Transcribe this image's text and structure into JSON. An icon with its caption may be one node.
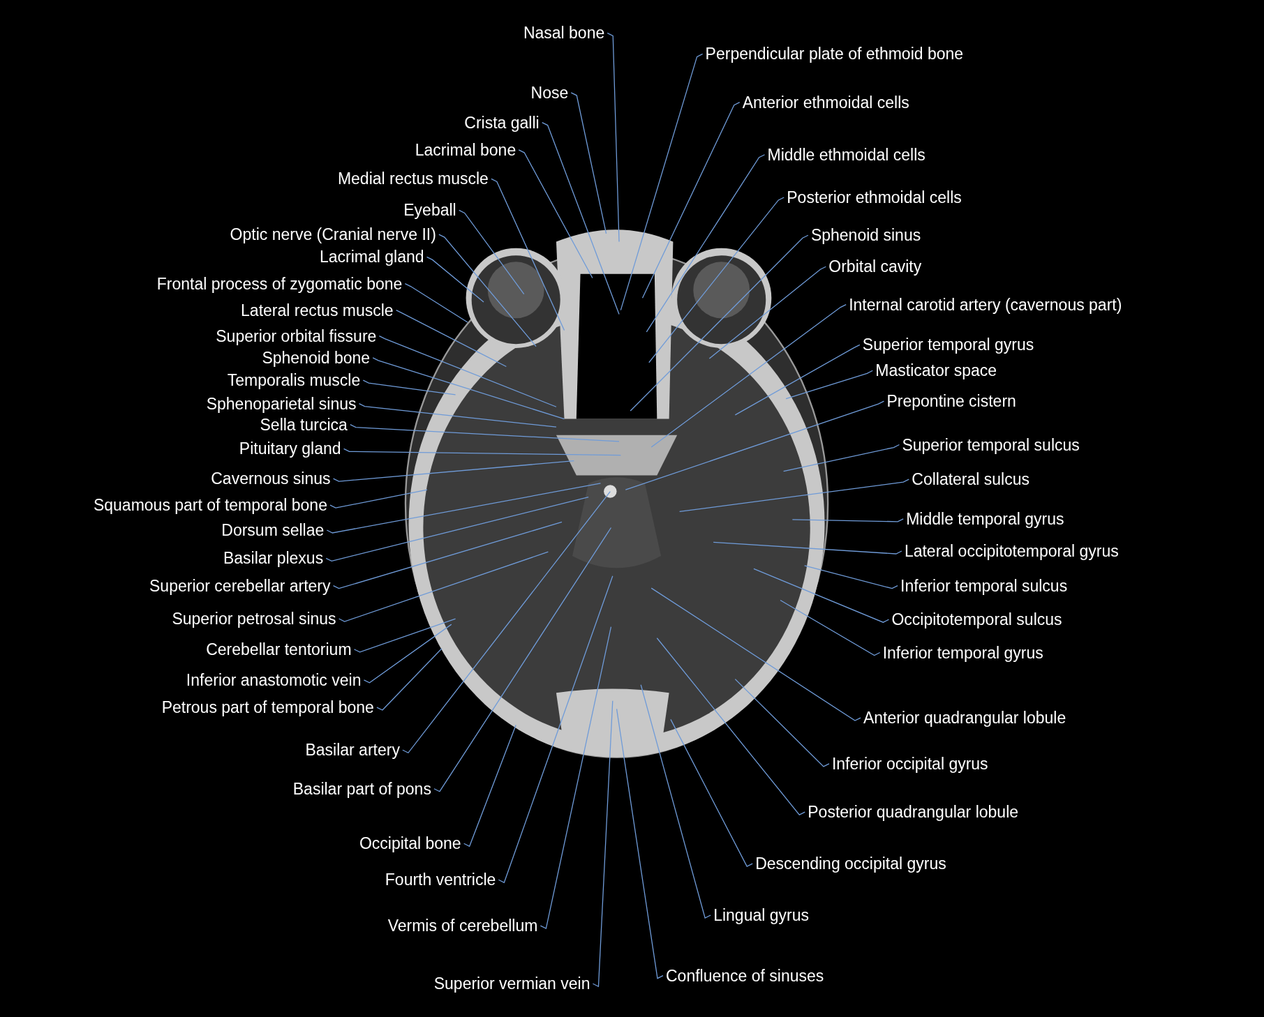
{
  "diagram": {
    "nodes": [
      {
        "text": [
          "Nasal bone"
        ]
      },
      {
        "text": [
          "Nose"
        ]
      },
      {
        "text": [
          "Crista galli"
        ]
      },
      {
        "text": [
          "Lacrimal bone"
        ]
      },
      {
        "text": [
          "Medial rectus muscle"
        ]
      },
      {
        "text": [
          "Eyeball"
        ]
      },
      {
        "text": [
          "Optic nerve (Cranial nerve II)"
        ]
      },
      {
        "text": [
          "Lacrimal gland"
        ]
      },
      {
        "text": [
          "Frontal process of zygomatic bone"
        ]
      },
      {
        "text": [
          "Lateral rectus muscle"
        ]
      },
      {
        "text": [
          "Superior orbital fissure"
        ]
      },
      {
        "text": [
          "Sphenoid bone"
        ]
      },
      {
        "text": [
          "Temporalis muscle"
        ]
      },
      {
        "text": [
          "Sphenoparietal sinus"
        ]
      },
      {
        "text": [
          "Sella turcica"
        ]
      },
      {
        "text": [
          "Pituitary gland"
        ]
      },
      {
        "text": [
          "Cavernous sinus"
        ]
      },
      {
        "text": [
          "Squamous part of temporal bone"
        ]
      },
      {
        "text": [
          "Dorsum sellae"
        ]
      },
      {
        "text": [
          "Basilar plexus"
        ]
      },
      {
        "text": [
          "Superior cerebellar artery"
        ]
      },
      {
        "text": [
          "Superior petrosal sinus"
        ]
      },
      {
        "text": [
          "Cerebellar tentorium"
        ]
      },
      {
        "text": [
          "Inferior anastomotic vein"
        ]
      },
      {
        "text": [
          "Petrous part of temporal bone"
        ]
      },
      {
        "text": [
          "Basilar artery"
        ]
      },
      {
        "text": [
          "Basilar part of pons"
        ]
      },
      {
        "text": [
          "Occipital bone"
        ]
      },
      {
        "text": [
          "Fourth ventricle"
        ]
      },
      {
        "text": [
          "Vermis of cerebellum"
        ]
      },
      {
        "text": [
          "Superior vermian vein"
        ]
      },
      {
        "text": [
          "Perpendicular plate of ethmoid bone"
        ]
      },
      {
        "text": [
          "Anterior ethmoidal cells"
        ]
      },
      {
        "text": [
          "Middle ethmoidal cells"
        ]
      },
      {
        "text": [
          "Posterior ethmoidal cells"
        ]
      },
      {
        "text": [
          "Sphenoid sinus"
        ]
      },
      {
        "text": [
          "Orbital cavity"
        ]
      },
      {
        "text": [
          "Internal carotid artery (cavernous part)"
        ]
      },
      {
        "text": [
          "Superior temporal gyrus"
        ]
      },
      {
        "text": [
          "Masticator space"
        ]
      },
      {
        "text": [
          "Prepontine cistern"
        ]
      },
      {
        "text": [
          "Superior temporal sulcus"
        ]
      },
      {
        "text": [
          "Collateral sulcus"
        ]
      },
      {
        "text": [
          "Middle temporal gyrus"
        ]
      },
      {
        "text": [
          "Lateral occipitotemporal gyrus"
        ]
      },
      {
        "text": [
          "Inferior temporal sulcus"
        ]
      },
      {
        "text": [
          "Occipitotemporal sulcus"
        ]
      },
      {
        "text": [
          "Inferior temporal gyrus"
        ]
      },
      {
        "text": [
          "Anterior quadrangular lobule"
        ]
      },
      {
        "text": [
          "Inferior occipital gyrus"
        ]
      },
      {
        "text": [
          "Posterior quadrangular lobule"
        ]
      },
      {
        "text": [
          "Descending occipital gyrus"
        ]
      },
      {
        "text": [
          "Lingual gyrus"
        ]
      },
      {
        "text": [
          "Confluence of sinuses"
        ]
      }
    ],
    "edges": [
      {
        "from": 0,
        "to": null,
        "arrow": "none"
      },
      {
        "from": 1,
        "to": null,
        "arrow": "none"
      },
      {
        "from": 2,
        "to": null,
        "arrow": "none"
      },
      {
        "from": 3,
        "to": null,
        "arrow": "none"
      },
      {
        "from": 4,
        "to": null,
        "arrow": "none"
      },
      {
        "from": 5,
        "to": null,
        "arrow": "none"
      },
      {
        "from": 6,
        "to": null,
        "arrow": "none"
      },
      {
        "from": 7,
        "to": null,
        "arrow": "none"
      },
      {
        "from": 8,
        "to": null,
        "arrow": "none"
      },
      {
        "from": 9,
        "to": null,
        "arrow": "none"
      },
      {
        "from": 10,
        "to": null,
        "arrow": "none"
      },
      {
        "from": 11,
        "to": null,
        "arrow": "none"
      },
      {
        "from": 12,
        "to": null,
        "arrow": "none"
      },
      {
        "from": 13,
        "to": null,
        "arrow": "none"
      },
      {
        "from": 14,
        "to": null,
        "arrow": "none"
      },
      {
        "from": 15,
        "to": null,
        "arrow": "none"
      },
      {
        "from": 16,
        "to": null,
        "arrow": "none"
      },
      {
        "from": 17,
        "to": null,
        "arrow": "none"
      },
      {
        "from": 18,
        "to": null,
        "arrow": "none"
      },
      {
        "from": 19,
        "to": null,
        "arrow": "none"
      },
      {
        "from": 20,
        "to": null,
        "arrow": "none"
      },
      {
        "from": 21,
        "to": null,
        "arrow": "none"
      },
      {
        "from": 22,
        "to": null,
        "arrow": "none"
      },
      {
        "from": 23,
        "to": null,
        "arrow": "none"
      },
      {
        "from": 24,
        "to": null,
        "arrow": "none"
      },
      {
        "from": 25,
        "to": null,
        "arrow": "none"
      },
      {
        "from": 26,
        "to": null,
        "arrow": "none"
      },
      {
        "from": 27,
        "to": null,
        "arrow": "none"
      },
      {
        "from": 28,
        "to": null,
        "arrow": "none"
      },
      {
        "from": 29,
        "to": null,
        "arrow": "none"
      },
      {
        "from": 30,
        "to": null,
        "arrow": "none"
      },
      {
        "from": 31,
        "to": null,
        "arrow": "none"
      },
      {
        "from": 32,
        "to": null,
        "arrow": "none"
      },
      {
        "from": 33,
        "to": null,
        "arrow": "none"
      },
      {
        "from": 34,
        "to": null,
        "arrow": "none"
      },
      {
        "from": 35,
        "to": null,
        "arrow": "none"
      },
      {
        "from": 36,
        "to": null,
        "arrow": "none"
      },
      {
        "from": 37,
        "to": null,
        "arrow": "none"
      },
      {
        "from": 38,
        "to": null,
        "arrow": "none"
      },
      {
        "from": 39,
        "to": null,
        "arrow": "none"
      },
      {
        "from": 40,
        "to": null,
        "arrow": "none"
      },
      {
        "from": 41,
        "to": null,
        "arrow": "none"
      },
      {
        "from": 42,
        "to": null,
        "arrow": "none"
      },
      {
        "from": 43,
        "to": null,
        "arrow": "none"
      },
      {
        "from": 44,
        "to": null,
        "arrow": "none"
      },
      {
        "from": 45,
        "to": null,
        "arrow": "none"
      },
      {
        "from": 46,
        "to": null,
        "arrow": "none"
      },
      {
        "from": 47,
        "to": null,
        "arrow": "none"
      },
      {
        "from": 48,
        "to": null,
        "arrow": "none"
      },
      {
        "from": 49,
        "to": null,
        "arrow": "none"
      },
      {
        "from": 50,
        "to": null,
        "arrow": "none"
      },
      {
        "from": 51,
        "to": null,
        "arrow": "none"
      },
      {
        "from": 52,
        "to": null,
        "arrow": "none"
      },
      {
        "from": 53,
        "to": null,
        "arrow": "none"
      }
    ]
  }
}
